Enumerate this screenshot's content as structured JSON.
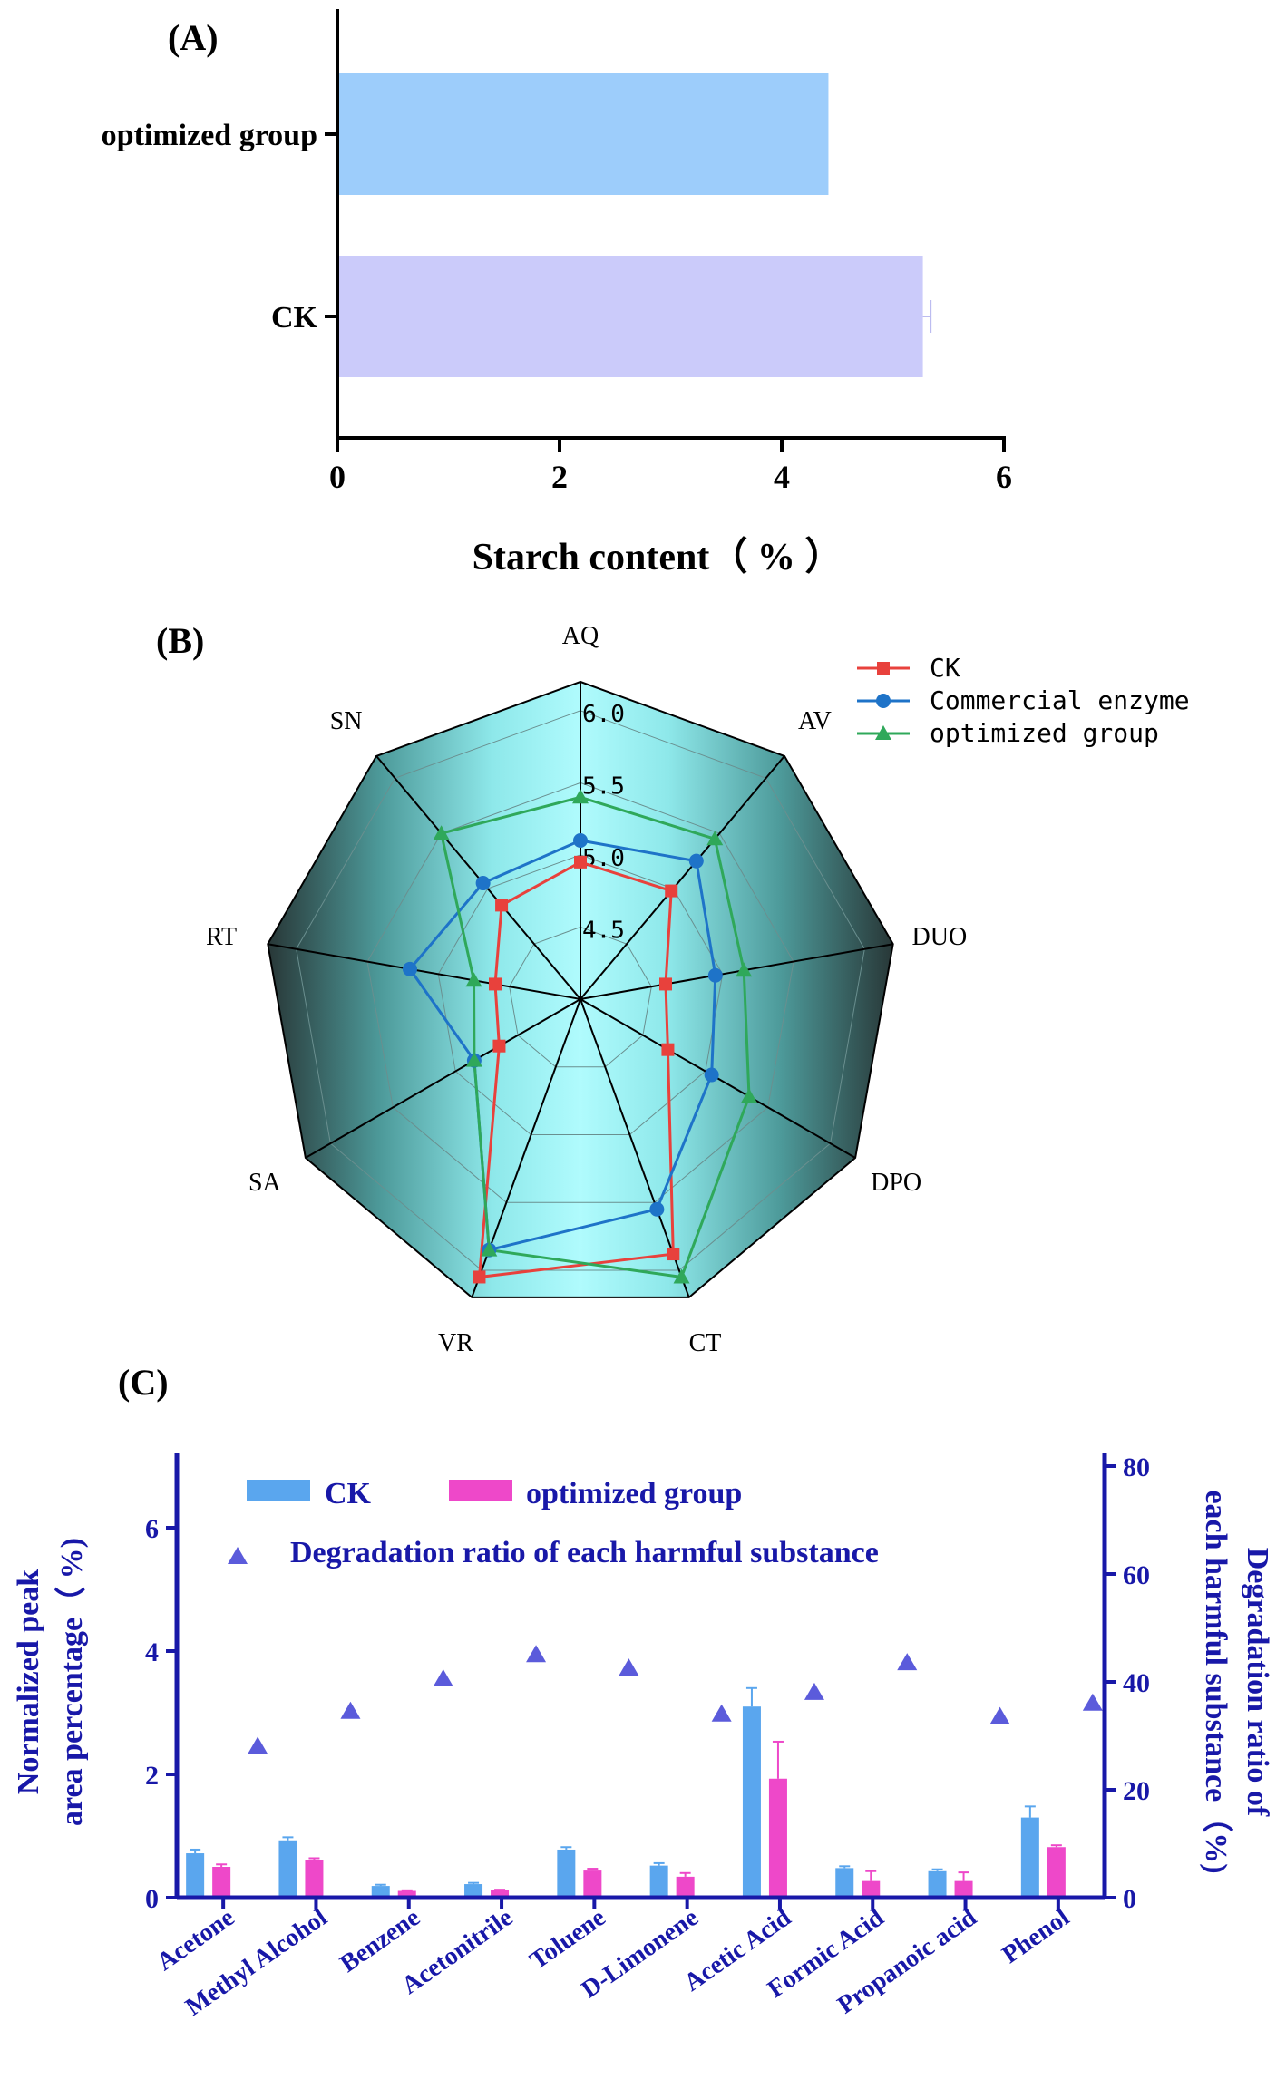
{
  "chart_data": [
    {
      "panel_label": "(A)",
      "type": "bar",
      "orientation": "horizontal",
      "categories": [
        "optimized group",
        "CK"
      ],
      "values": [
        4.42,
        5.27
      ],
      "error": [
        0,
        0.07
      ],
      "colors": [
        "#9dcdfb",
        "#cbcbfa"
      ],
      "xlabel": "Starch content（ % ）",
      "xlim": [
        0,
        6
      ],
      "xticks": [
        "0",
        "2",
        "4",
        "6"
      ]
    },
    {
      "panel_label": "(B)",
      "type": "radar",
      "axes": [
        "AQ",
        "AV",
        "DUO",
        "DPO",
        "CT",
        "VR",
        "SA",
        "RT",
        "SN"
      ],
      "rlim": [
        4.0,
        6.2
      ],
      "ticks": [
        "4.5",
        "5.0",
        "5.5",
        "6.0"
      ],
      "series": [
        {
          "name": "CK",
          "color": "#e8413c",
          "marker": "square",
          "values": [
            4.95,
            4.98,
            4.6,
            4.7,
            5.88,
            6.05,
            4.65,
            4.6,
            4.85
          ]
        },
        {
          "name": "Commercial enzyme",
          "color": "#1e73c8",
          "marker": "circle",
          "values": [
            5.1,
            5.25,
            4.95,
            5.05,
            5.55,
            5.85,
            4.85,
            5.2,
            5.05
          ]
        },
        {
          "name": "optimized group",
          "color": "#2fa85a",
          "marker": "triangle",
          "values": [
            5.4,
            5.45,
            5.15,
            5.35,
            6.05,
            5.85,
            4.85,
            4.75,
            5.5
          ]
        }
      ]
    },
    {
      "panel_label": "(C)",
      "type": "bar",
      "categories": [
        "Acetone",
        "Methyl Alcohol",
        "Benzene",
        "Acetonitrile",
        "Toluene",
        "D-Limonene",
        "Acetic Acid",
        "Formic Acid",
        "Propanoic acid",
        "Phenol"
      ],
      "series": [
        {
          "name": "CK",
          "color": "#5aa6ee",
          "axis": "left",
          "values": [
            0.72,
            0.93,
            0.19,
            0.22,
            0.78,
            0.52,
            3.1,
            0.48,
            0.43,
            1.3
          ],
          "error": [
            0.06,
            0.05,
            0.02,
            0.02,
            0.04,
            0.04,
            0.3,
            0.03,
            0.03,
            0.18
          ]
        },
        {
          "name": "optimized group",
          "color": "#ee48c9",
          "axis": "left",
          "values": [
            0.5,
            0.61,
            0.11,
            0.12,
            0.44,
            0.34,
            1.93,
            0.27,
            0.27,
            0.82
          ],
          "error": [
            0.04,
            0.03,
            0.01,
            0.01,
            0.03,
            0.06,
            0.6,
            0.16,
            0.14,
            0.03
          ]
        },
        {
          "name": "Degradation ratio of each harmful substance",
          "color": "#5b5bdb",
          "axis": "right",
          "type": "scatter",
          "values": [
            28,
            34.5,
            40.5,
            45,
            42.5,
            34,
            38,
            43.5,
            33.5,
            36
          ]
        }
      ],
      "ylabel_left": [
        "Normalized peak",
        "area percentage（ %)"
      ],
      "ylabel_right": [
        "Degradation ratio of",
        "each harmful substance（%)"
      ],
      "ylim_left": [
        0,
        7
      ],
      "yticks_left": [
        "0",
        "2",
        "4",
        "6"
      ],
      "ylim_right": [
        0,
        80
      ],
      "yticks_right": [
        "0",
        "20",
        "40",
        "60",
        "80"
      ]
    }
  ]
}
